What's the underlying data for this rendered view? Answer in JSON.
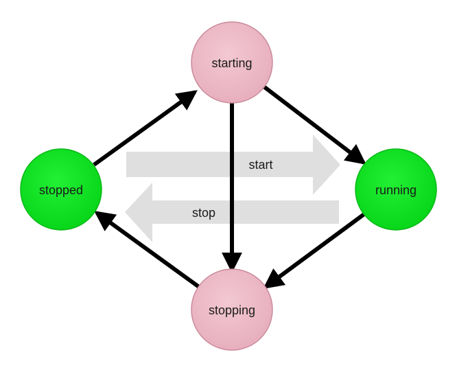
{
  "diagram": {
    "states": {
      "starting": "starting",
      "running": "running",
      "stopped": "stopped",
      "stopping": "stopping"
    },
    "actions": {
      "start": "start",
      "stop": "stop"
    }
  },
  "colors": {
    "transient_state_fill": "#ecbac7",
    "transient_state_stroke": "#c98a9b",
    "stable_state_fill": "#0dde1f",
    "stable_state_stroke": "#0bb818",
    "action_arrow_fill": "#d9d9d9",
    "transition_arrow": "#000000"
  }
}
